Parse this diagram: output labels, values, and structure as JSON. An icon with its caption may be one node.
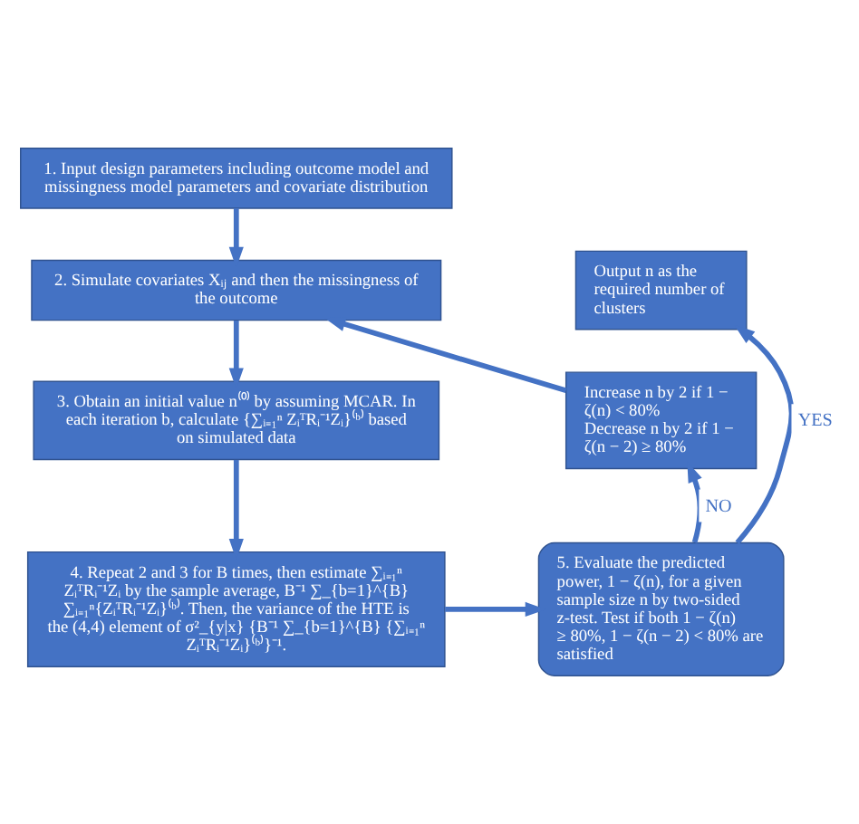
{
  "diagram": {
    "nodes": [
      {
        "text": [
          "1. Input design parameters including outcome model and missingness model parameters and covariate distribution"
        ]
      },
      {
        "text": [
          "2. Simulate covariates Xᵢⱼ and then the missingness of the outcome"
        ]
      },
      {
        "text": [
          "3. Obtain an initial value n⁽⁰⁾ by assuming MCAR. In each iteration b, calculate {∑ᵢ₌₁ⁿ ZᵢᵀRᵢ⁻¹Zᵢ}⁽ᵇ⁾ based on simulated data"
        ]
      },
      {
        "text": [
          "4. Repeat 2 and 3 for B times, then estimate ∑ᵢ₌₁ⁿ ZᵢᵀRᵢ⁻¹Zᵢ by the sample average, B⁻¹ ∑_{b=1}^{B} ∑ᵢ₌₁ⁿ{ZᵢᵀRᵢ⁻¹Zᵢ}⁽ᵇ⁾. Then, the variance of the HTE is the (4,4) element of σ²_{y|x} {B⁻¹ ∑_{b=1}^{B} {∑ᵢ₌₁ⁿ ZᵢᵀRᵢ⁻¹Zᵢ}⁽ᵇ⁾}⁻¹."
        ]
      },
      {
        "text": [
          "5. Evaluate the predicted power, 1 − ζ(n), for a given sample size n by two-sided z-test. Test if both 1 − ζ(n) ≥ 80%, 1 − ζ(n − 2) < 80% are satisfied"
        ]
      },
      {
        "text": [
          "Increase n by 2 if 1 − ζ(n) < 80%",
          "Decrease n by 2 if 1 − ζ(n − 2) ≥ 80%"
        ]
      },
      {
        "text": [
          "Output n as the required number of clusters"
        ]
      }
    ],
    "edges": [
      {
        "from": 0,
        "to": 1,
        "arrow": "to"
      },
      {
        "from": 1,
        "to": 2,
        "arrow": "to"
      },
      {
        "from": 2,
        "to": 3,
        "arrow": "to"
      },
      {
        "from": 3,
        "to": 4,
        "arrow": "to"
      },
      {
        "from": 4,
        "to": 5,
        "arrow": "to",
        "label": "NO"
      },
      {
        "from": 5,
        "to": 1,
        "arrow": "to"
      },
      {
        "from": 4,
        "to": 6,
        "arrow": "to",
        "label": "YES"
      }
    ]
  }
}
